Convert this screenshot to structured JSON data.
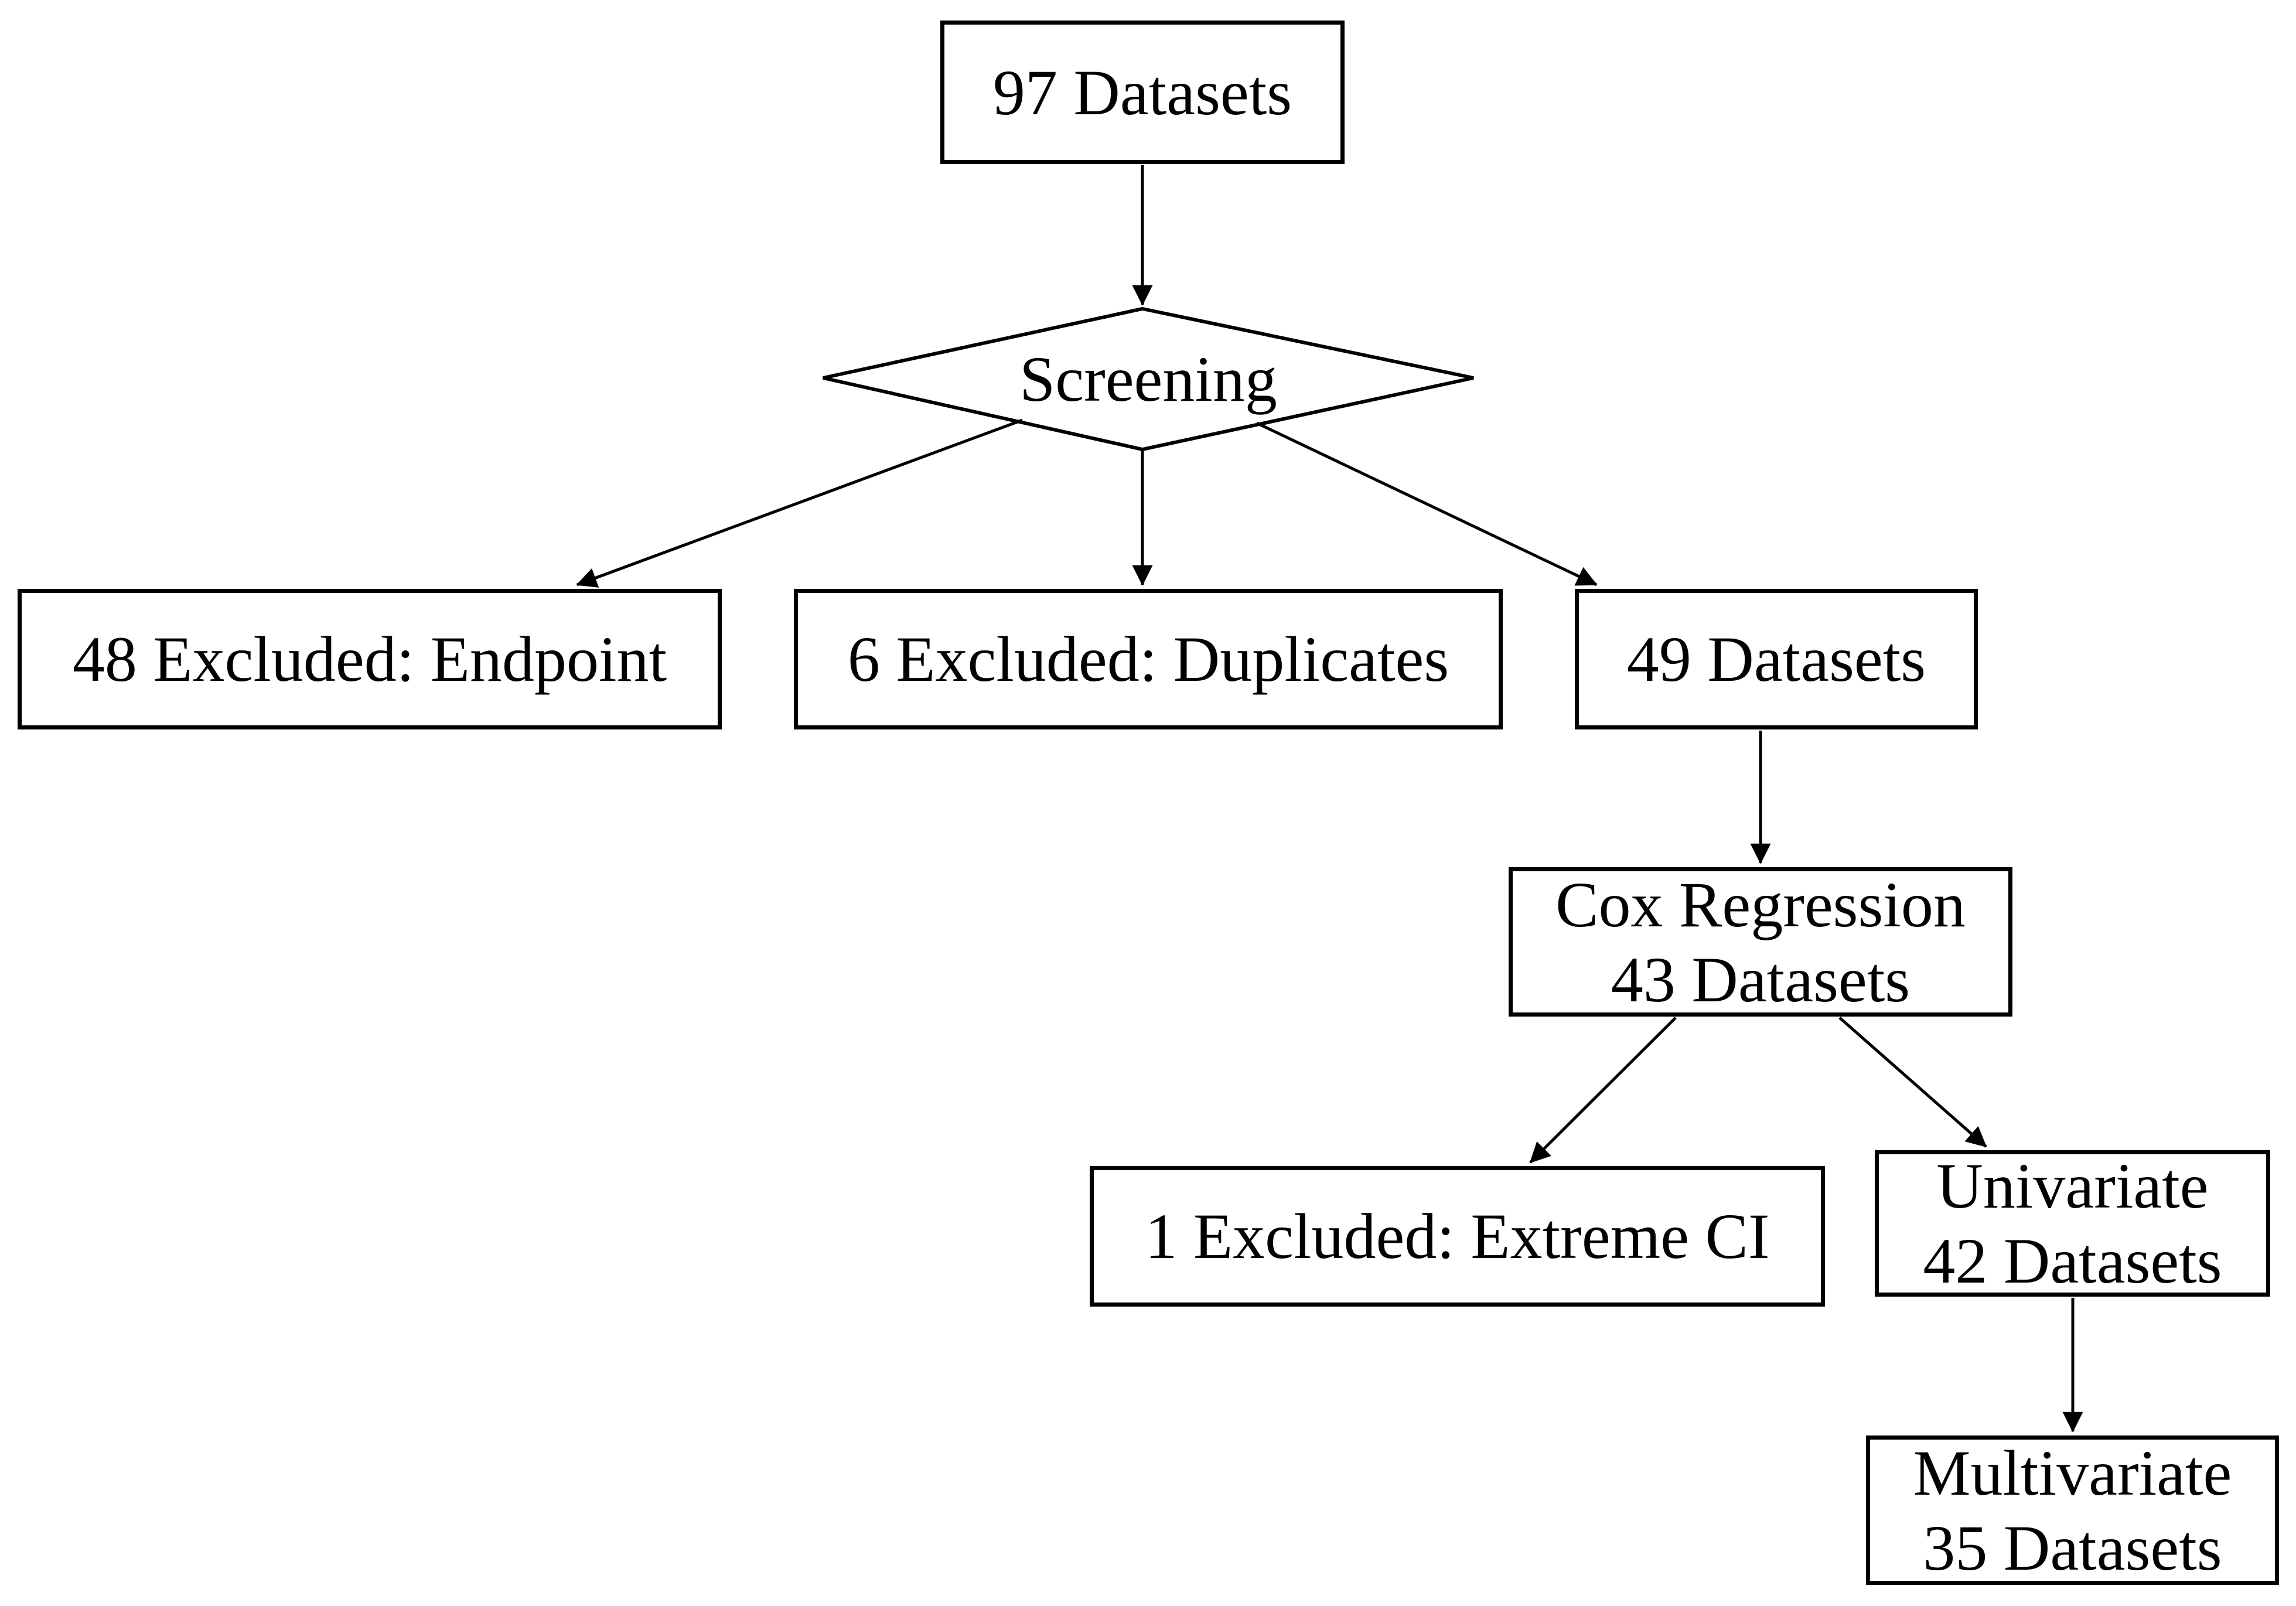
{
  "diagram_type": "flowchart",
  "colors": {
    "stroke": "#000000",
    "node_fill": "#ffffff",
    "background": "#ffffff"
  },
  "nodes": {
    "datasets97": {
      "shape": "box",
      "label": "97 Datasets"
    },
    "screening": {
      "shape": "diamond",
      "label": "Screening"
    },
    "excluded_endpoint": {
      "shape": "box",
      "label": "48 Excluded: Endpoint"
    },
    "excluded_duplicates": {
      "shape": "box",
      "label": "6 Excluded: Duplicates"
    },
    "datasets49": {
      "shape": "box",
      "label": "49 Datasets"
    },
    "cox_regression": {
      "shape": "box",
      "line1": "Cox Regression",
      "line2": "43 Datasets"
    },
    "excluded_extreme_ci": {
      "shape": "box",
      "label": "1 Excluded: Extreme CI"
    },
    "univariate": {
      "shape": "box",
      "line1": "Univariate",
      "line2": "42 Datasets"
    },
    "multivariate": {
      "shape": "box",
      "line1": "Multivariate",
      "line2": "35 Datasets"
    }
  },
  "edges": [
    {
      "from": "97 Datasets",
      "to": "Screening"
    },
    {
      "from": "Screening",
      "to": "48 Excluded: Endpoint"
    },
    {
      "from": "Screening",
      "to": "6 Excluded: Duplicates"
    },
    {
      "from": "Screening",
      "to": "49 Datasets"
    },
    {
      "from": "49 Datasets",
      "to": "Cox Regression 43 Datasets"
    },
    {
      "from": "Cox Regression 43 Datasets",
      "to": "1 Excluded: Extreme CI"
    },
    {
      "from": "Cox Regression 43 Datasets",
      "to": "Univariate 42 Datasets"
    },
    {
      "from": "Univariate 42 Datasets",
      "to": "Multivariate 35 Datasets"
    }
  ]
}
